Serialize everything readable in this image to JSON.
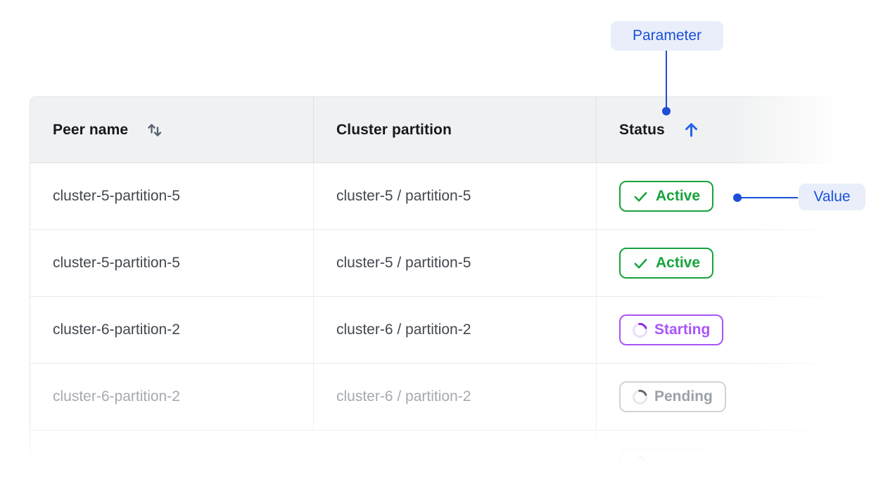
{
  "annotations": {
    "parameter_label": "Parameter",
    "value_label": "Value",
    "accent_color": "#1d4ed8",
    "pill_bg": "#e9eefa",
    "pill_text": "#1a50d8"
  },
  "table": {
    "header_bg": "#f0f1f2",
    "columns": [
      {
        "label": "Peer name",
        "sort_icon": "sort-both",
        "sorted": null
      },
      {
        "label": "Cluster partition",
        "sort_icon": null,
        "sorted": null
      },
      {
        "label": "Status",
        "sort_icon": "arrow-up",
        "sorted": "ascending"
      }
    ],
    "rows": [
      {
        "peer_name": "cluster-5-partition-5",
        "cluster_partition": "cluster-5 / partition-5",
        "status": {
          "label": "Active",
          "kind": "active"
        },
        "faded": false,
        "ghost": false
      },
      {
        "peer_name": "cluster-5-partition-5",
        "cluster_partition": "cluster-5 / partition-5",
        "status": {
          "label": "Active",
          "kind": "active"
        },
        "faded": false,
        "ghost": false
      },
      {
        "peer_name": "cluster-6-partition-2",
        "cluster_partition": "cluster-6 / partition-2",
        "status": {
          "label": "Starting",
          "kind": "starting"
        },
        "faded": false,
        "ghost": false
      },
      {
        "peer_name": "cluster-6-partition-2",
        "cluster_partition": "cluster-6 / partition-2",
        "status": {
          "label": "Pending",
          "kind": "pending"
        },
        "faded": true,
        "ghost": false
      },
      {
        "peer_name": "",
        "cluster_partition": "",
        "status": {
          "label": "",
          "kind": "ghost"
        },
        "faded": true,
        "ghost": true
      }
    ],
    "status_colors": {
      "active": "#16a33c",
      "starting": "#a855f7",
      "pending": "#9ca1a9"
    }
  }
}
